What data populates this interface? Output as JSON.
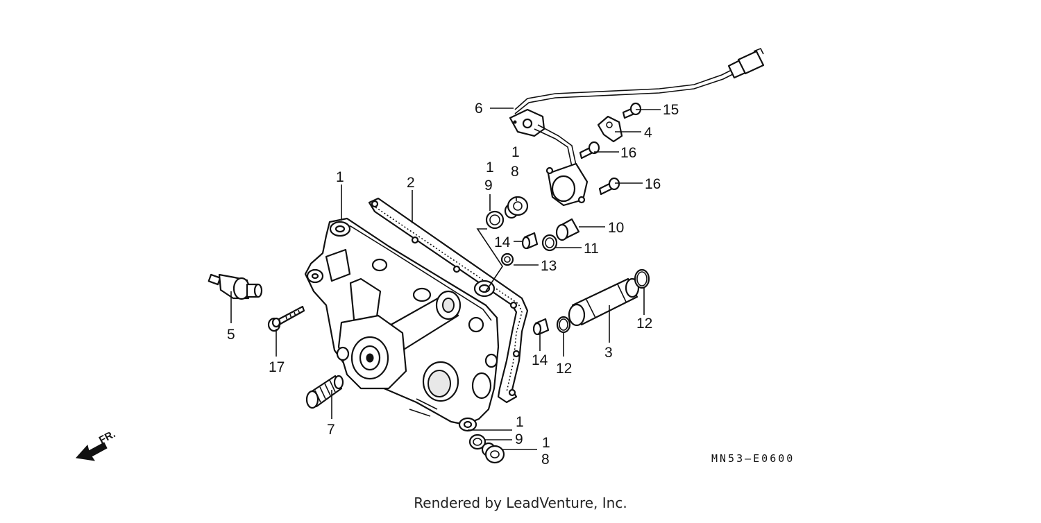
{
  "diagram": {
    "callouts": [
      {
        "id": "c1a",
        "text": "1"
      },
      {
        "id": "c2",
        "text": "2"
      },
      {
        "id": "c1b",
        "text": "1"
      },
      {
        "id": "c9a",
        "text": "9"
      },
      {
        "id": "c1c",
        "text": "1"
      },
      {
        "id": "c8a",
        "text": "8"
      },
      {
        "id": "c6",
        "text": "6"
      },
      {
        "id": "c15",
        "text": "15"
      },
      {
        "id": "c4",
        "text": "4"
      },
      {
        "id": "c16a",
        "text": "16"
      },
      {
        "id": "c16b",
        "text": "16"
      },
      {
        "id": "c10",
        "text": "10"
      },
      {
        "id": "c14a",
        "text": "14"
      },
      {
        "id": "c11",
        "text": "11"
      },
      {
        "id": "c13",
        "text": "13"
      },
      {
        "id": "c12a",
        "text": "12"
      },
      {
        "id": "c3",
        "text": "3"
      },
      {
        "id": "c14b",
        "text": "14"
      },
      {
        "id": "c12b",
        "text": "12"
      },
      {
        "id": "c5",
        "text": "5"
      },
      {
        "id": "c17",
        "text": "17"
      },
      {
        "id": "c7",
        "text": "7"
      },
      {
        "id": "c1d",
        "text": "1"
      },
      {
        "id": "c9b",
        "text": "9"
      },
      {
        "id": "c1e",
        "text": "1"
      },
      {
        "id": "c8b",
        "text": "8"
      }
    ],
    "front_marker": "FR.",
    "diagram_code": "MN53–E0600",
    "credit": "Rendered by LeadVenture, Inc."
  }
}
